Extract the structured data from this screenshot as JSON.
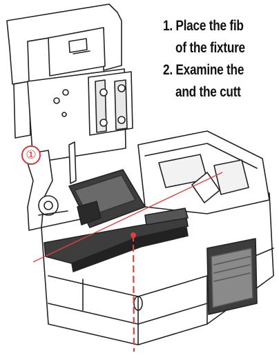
{
  "instructions": [
    {
      "text": "1. Place the fib"
    },
    {
      "text": "of the fixture"
    },
    {
      "text": "2. Examine the"
    },
    {
      "text": "and the cutt"
    }
  ],
  "callout": {
    "label": "①"
  },
  "colors": {
    "outline": "#222222",
    "laser": "#e0403a",
    "callout": "#d6373a",
    "dark_part": "#3d3d3d",
    "mid_part": "#8a8a8a"
  }
}
